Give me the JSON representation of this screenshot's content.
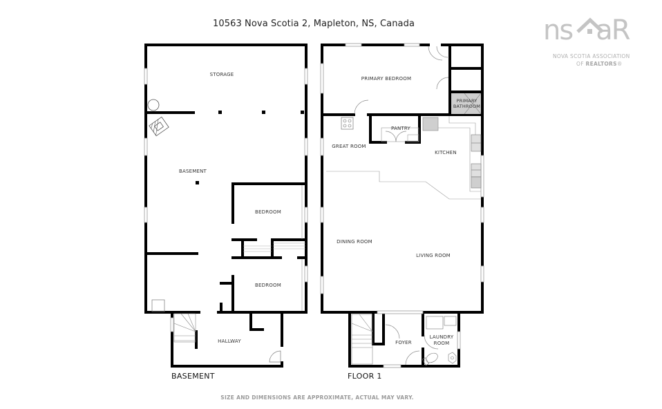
{
  "header": {
    "title": "10563 Nova Scotia 2, Mapleton, NS, Canada"
  },
  "logo": {
    "name_left": "ns",
    "name_right": "aR",
    "icon": "house-roof-icon",
    "line1": "NOVA SCOTIA ASSOCIATION",
    "line2_prefix": "OF ",
    "line2_bold": "REALTORS",
    "line2_suffix": "®",
    "color": "#c4c4c4"
  },
  "floors": [
    {
      "label": "BASEMENT",
      "rooms": [
        {
          "name": "STORAGE"
        },
        {
          "name": "BASEMENT"
        },
        {
          "name": "BEDROOM"
        },
        {
          "name": "BEDROOM"
        },
        {
          "name": "HALLWAY"
        }
      ]
    },
    {
      "label": "FLOOR 1",
      "rooms": [
        {
          "name": "PRIMARY BEDROOM"
        },
        {
          "name": "PRIMARY"
        },
        {
          "name": "BATHROOM"
        },
        {
          "name": "PANTRY"
        },
        {
          "name": "GREAT ROOM"
        },
        {
          "name": "KITCHEN"
        },
        {
          "name": "DINING ROOM"
        },
        {
          "name": "LIVING ROOM"
        },
        {
          "name": "FOYER"
        },
        {
          "name": "LAUNDRY"
        },
        {
          "name": "ROOM"
        }
      ]
    }
  ],
  "footer": {
    "disclaimer": "SIZE AND DIMENSIONS ARE APPROXIMATE, ACTUAL MAY VARY."
  },
  "colors": {
    "wall": "#000000",
    "window": "#d8d8d8",
    "fixture_fill": "#cfcfcf",
    "disclaimer": "#9a9a9a"
  }
}
